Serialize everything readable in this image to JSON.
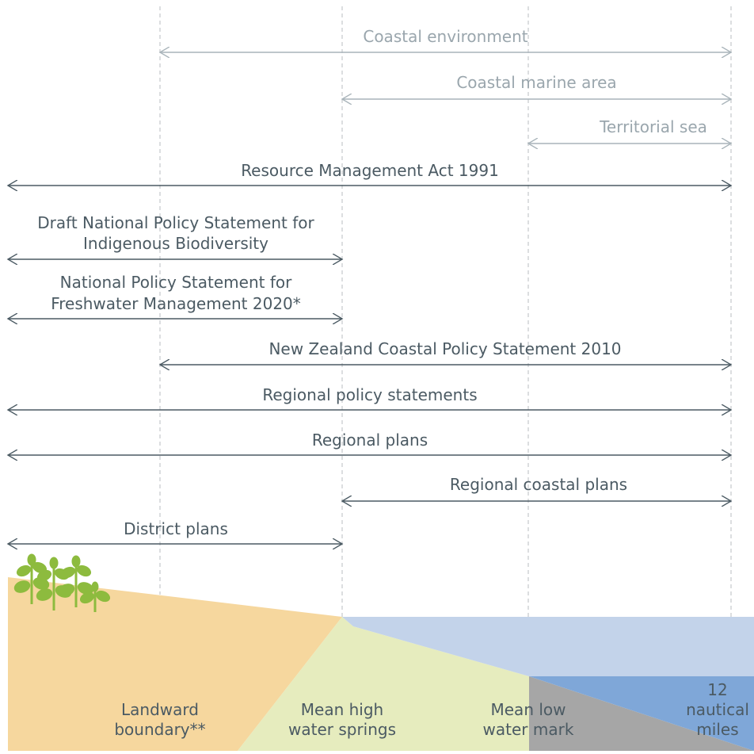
{
  "colors": {
    "zone_label": "#9aa6ad",
    "zone_line": "#a9b4ba",
    "instrument_label": "#4b5a63",
    "instrument_line": "#4b5a63",
    "guide_line": "#c5c9cc",
    "land": "#f6d79e",
    "intertidal": "#e6ecbe",
    "sea_surface": "#c3d3ea",
    "seabed_grey": "#a6a6a6",
    "territorial_sea": "#7fa7d8",
    "plant": "#8dbb3e"
  },
  "zones": [
    {
      "id": "coastal-environment",
      "label": "Coastal environment"
    },
    {
      "id": "coastal-marine-area",
      "label": "Coastal marine area"
    },
    {
      "id": "territorial-sea",
      "label": "Territorial sea"
    }
  ],
  "instruments": [
    {
      "id": "rma",
      "lines": [
        "Resource Management Act 1991"
      ]
    },
    {
      "id": "nps-ib",
      "lines": [
        "Draft National Policy Statement for",
        "Indigenous Biodiversity"
      ]
    },
    {
      "id": "nps-fm",
      "lines": [
        "National Policy Statement for",
        "Freshwater Management 2020*"
      ]
    },
    {
      "id": "nzcps",
      "lines": [
        "New Zealand Coastal Policy Statement 2010"
      ]
    },
    {
      "id": "rps",
      "lines": [
        "Regional policy statements"
      ]
    },
    {
      "id": "regional-plans",
      "lines": [
        "Regional plans"
      ]
    },
    {
      "id": "regional-coastal-plans",
      "lines": [
        "Regional coastal plans"
      ]
    },
    {
      "id": "district-plans",
      "lines": [
        "District plans"
      ]
    }
  ],
  "boundaries": [
    {
      "id": "landward-boundary",
      "lines": [
        "Landward",
        "boundary**"
      ]
    },
    {
      "id": "mhws",
      "lines": [
        "Mean high",
        "water springs"
      ]
    },
    {
      "id": "mlwm",
      "lines": [
        "Mean low",
        "water mark"
      ]
    },
    {
      "id": "twelve-nm",
      "lines": [
        "12",
        "nautical",
        "miles"
      ]
    }
  ],
  "icons": {
    "plants": "plant-cluster-icon",
    "arrow": "double-headed-arrow-icon"
  }
}
